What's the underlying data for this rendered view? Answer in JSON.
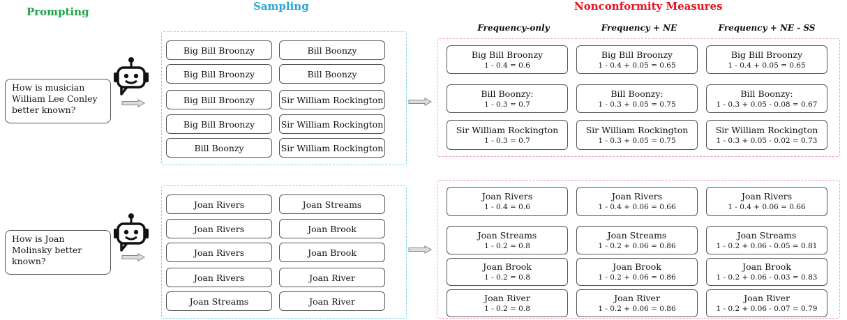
{
  "headers": {
    "prompting": "Prompting",
    "sampling": "Sampling",
    "nonconformity": "Nonconformity Measures"
  },
  "colors": {
    "prompting": "#1fa44a",
    "sampling": "#2aa6d6",
    "nonconformity": "#e8101d",
    "sampling_border": "#7fd3e6",
    "nonconformity_border": "#f0a3aa"
  },
  "columns": [
    "Frequency-only",
    "Frequency + NE",
    "Frequency + NE - SS"
  ],
  "examples": [
    {
      "question": [
        "How is musician",
        "William Lee Conley",
        "better known?"
      ],
      "samples_left": [
        "Big Bill Broonzy",
        "Big Bill Broonzy",
        "Big Bill Broonzy",
        "Big Bill Broonzy",
        "Bill Boonzy"
      ],
      "samples_right": [
        "Bill Boonzy",
        "Bill Boonzy",
        "Sir William Rockington",
        "Sir William Rockington",
        "Sir William Rockington"
      ],
      "measures": [
        [
          {
            "name": "Big Bill Broonzy",
            "formula": "1 - 0.4 = 0.6"
          },
          {
            "name": "Big Bill Broonzy",
            "formula": "1 - 0.4 + 0.05 = 0.65"
          },
          {
            "name": "Big Bill Broonzy",
            "formula": "1 - 0.4 + 0.05 = 0.65"
          }
        ],
        [
          {
            "name": "Bill Boonzy:",
            "formula": "1 - 0.3 = 0.7"
          },
          {
            "name": "Bill Boonzy:",
            "formula": "1 - 0.3 + 0.05 = 0.75"
          },
          {
            "name": "Bill Boonzy:",
            "formula": "1 - 0.3 + 0.05 - 0.08 = 0.67"
          }
        ],
        [
          {
            "name": "Sir William Rockington",
            "formula": "1 - 0.3 = 0.7"
          },
          {
            "name": "Sir William Rockington",
            "formula": "1 - 0.3 + 0.05 = 0.75"
          },
          {
            "name": "Sir William Rockington",
            "formula": "1 - 0.3 + 0.05 - 0.02 = 0.73"
          }
        ]
      ]
    },
    {
      "question": [
        "How is Joan",
        "Molinsky better",
        "known?"
      ],
      "samples_left": [
        "Joan Rivers",
        "Joan Rivers",
        "Joan Rivers",
        "Joan Rivers",
        "Joan Streams"
      ],
      "samples_right": [
        "Joan Streams",
        "Joan Brook",
        "Joan Brook",
        "Joan River",
        "Joan River"
      ],
      "measures": [
        [
          {
            "name": "Joan Rivers",
            "formula": "1 - 0.4 = 0.6"
          },
          {
            "name": "Joan Rivers",
            "formula": "1 - 0.4 + 0.06 = 0.66"
          },
          {
            "name": "Joan Rivers",
            "formula": "1 - 0.4 + 0.06 = 0.66"
          }
        ],
        [
          {
            "name": "Joan Streams",
            "formula": "1 - 0.2 = 0.8"
          },
          {
            "name": "Joan Streams",
            "formula": "1 - 0.2 + 0.06 = 0.86"
          },
          {
            "name": "Joan Streams",
            "formula": "1 - 0.2  + 0.06 - 0.05 = 0.81"
          }
        ],
        [
          {
            "name": "Joan Brook",
            "formula": "1 - 0.2 = 0.8"
          },
          {
            "name": "Joan Brook",
            "formula": "1 - 0.2 + 0.06 = 0.86"
          },
          {
            "name": "Joan Brook",
            "formula": "1 - 0.2 + 0.06 - 0.03 = 0.83"
          }
        ],
        [
          {
            "name": "Joan River",
            "formula": "1 - 0.2 = 0.8"
          },
          {
            "name": "Joan River",
            "formula": "1 - 0.2 + 0.06 = 0.86"
          },
          {
            "name": "Joan River",
            "formula": "1 - 0.2 + 0.06 - 0.07 = 0.79"
          }
        ]
      ]
    }
  ]
}
